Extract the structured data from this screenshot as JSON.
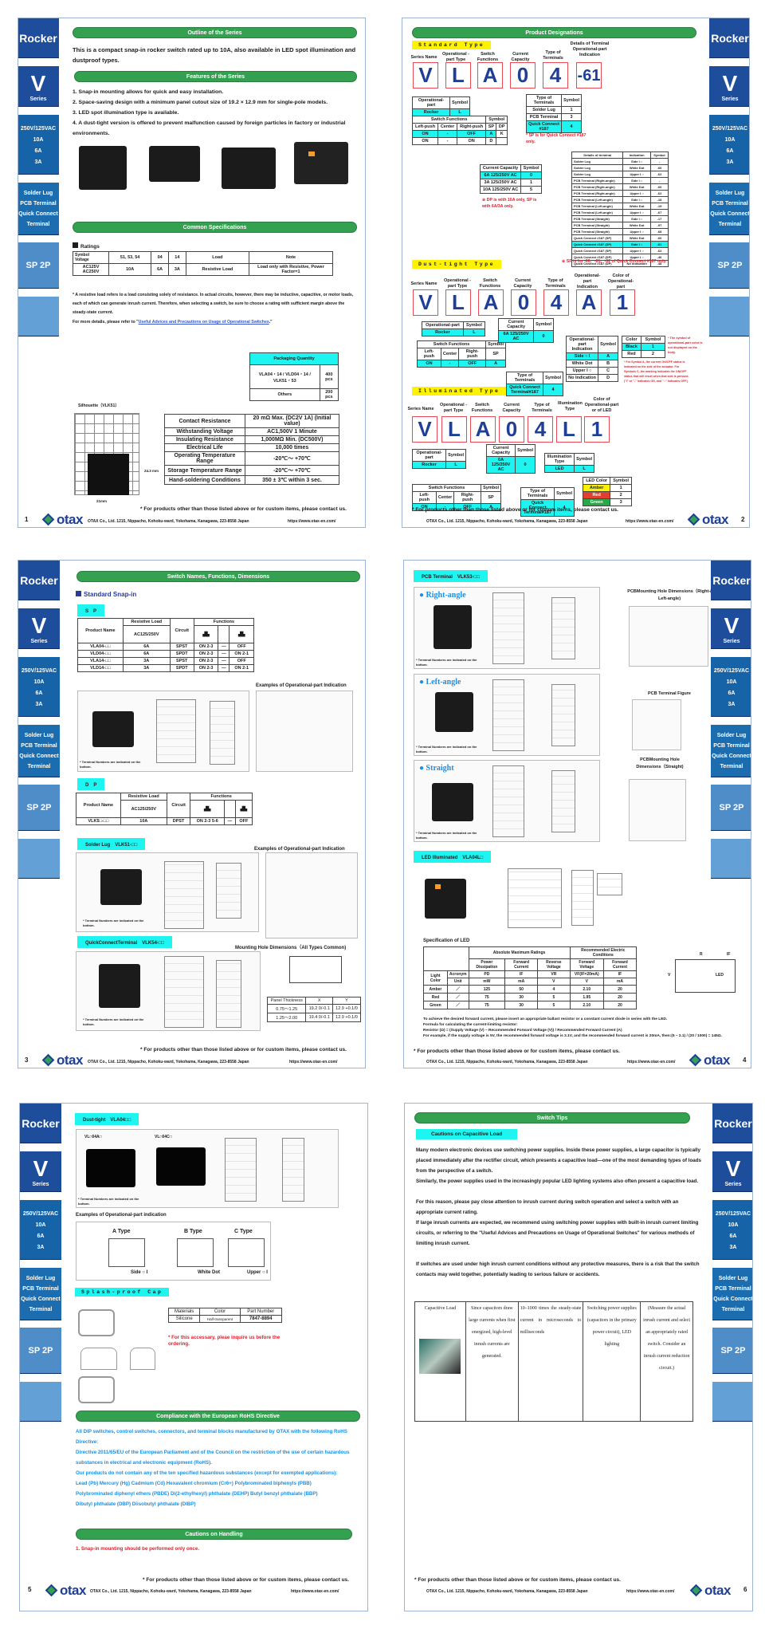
{
  "sidebar": {
    "rocker": "Rocker",
    "series_letter": "V",
    "series_label": "Series",
    "ratings": [
      "250V/125VAC",
      "10A",
      "6A",
      "3A"
    ],
    "terminals": [
      "Solder Lug",
      "PCB Terminal",
      "Quick Connect",
      "Terminal"
    ],
    "poles": "SP 2P"
  },
  "footer": {
    "note": "* For products other than those listed above or for custom items, please contact us.",
    "address": "OTAX Co., Ltd.  1215, Nippacho, Kohoku-ward, Yokohama, Kanagawa, 223-8558 Japan",
    "url": "https://www.otax-en.com/",
    "logo": "otax"
  },
  "page1": {
    "page_number": "1",
    "outline_title": "Outline of the Series",
    "outline_text": "This is a compact snap-in rocker switch rated up to 10A, also available in LED spot illumination and dustproof types.",
    "features_title": "Features of the Series",
    "features": [
      "1.  Snap-in mounting allows for quick and easy installation.",
      "2.  Space-saving design with a minimum panel cutout size of 19.2 × 12.9 mm for single-pole models.",
      "3.  LED spot illumination type is available.",
      "4.  A dust-tight version is offered to prevent malfunction caused by foreign particles in factory or industrial environments."
    ],
    "product_images": [
      "VLA04A",
      "VLA04",
      "VLK51",
      "VLA04L1"
    ],
    "common_title": "Common Specifications",
    "ratings_label": "Ratings",
    "ratings_table": {
      "corner_symbol": "Symbol",
      "corner_voltage": "Voltage",
      "headers": [
        "51, 53, 54",
        "04",
        "14",
        "Load",
        "Note"
      ],
      "voltage": "AC125V AC250V",
      "row": [
        "10A",
        "6A",
        "3A",
        "Resistive Load",
        "Load only with Resistive, Power Factor=1"
      ]
    },
    "ratings_note": "* A resistive load refers to a load consisting solely of resistance. In actual circuits, however, there may be inductive, capacitive, or motor loads, each of which can generate inrush current. Therefore, when selecting a switch, be sure to choose a rating with sufficient margin above the steady-state current.",
    "more_details_prefix": "For more details, please refer to \"",
    "more_details_link": "Useful Advices and Precautions on Usage of Operational Switches",
    "more_details_suffix": ".\"",
    "packaging": {
      "title": "Packaging Quantity",
      "rows": [
        {
          "models": "VLA04・14 / VLD04・14 / VLK51・53",
          "qty": "400 pcs"
        },
        {
          "models": "Others",
          "qty": "200 pcs"
        }
      ]
    },
    "silhouette_label": "Silhouette（VLK51）",
    "silhouette_height": "24.3 mm",
    "silhouette_width": "21mm",
    "specs": [
      {
        "name": "Contact Resistance",
        "value": "20 mΩ Max. (DC2V 1A) (Initial value)"
      },
      {
        "name": "Withstanding Voltage",
        "value": "AC1,500V  1 Minute"
      },
      {
        "name": "Insulating Resistance",
        "value": "1,000MΩ  Min.    (DC500V)"
      },
      {
        "name": "Electrical Life",
        "value": "10,000 times"
      },
      {
        "name": "Operating Temperature Range",
        "value": "-20℃～ +70℃"
      },
      {
        "name": "Storage Temperature Range",
        "value": "-20℃～ +70℃"
      },
      {
        "name": "Hand-soldering Conditions",
        "value": "350 ± 3℃    within 3 sec."
      }
    ]
  },
  "page2": {
    "page_number": "2",
    "title": "Product Designations",
    "standard": {
      "badge": "Standard Type",
      "labels": [
        "Series Name",
        "Operational -part Type",
        "Switch Functions",
        "Current Capacity",
        "Type of Terminals",
        "Details of Terminal Operational-part Indication"
      ],
      "codes": [
        "V",
        "L",
        "A",
        "0",
        "4",
        "-61"
      ],
      "op_table": {
        "h": [
          "Operational-part",
          "Symbol"
        ],
        "r": [
          "Rocker",
          "L"
        ]
      },
      "sw_table": {
        "h": [
          "Switch Functions",
          "Symbol"
        ],
        "sub": [
          "Left-push",
          "Center",
          "Right-push",
          "SP",
          "DP"
        ],
        "rows": [
          [
            "ON",
            "-",
            "OFF",
            "A",
            "K"
          ],
          [
            "ON",
            "-",
            "ON",
            "D",
            ""
          ]
        ]
      },
      "term_table": {
        "h": [
          "Type of Terminals",
          "Symbol"
        ],
        "rows": [
          [
            "Solder Lug",
            "1"
          ],
          [
            "PCB Terminal",
            "3"
          ],
          [
            "Quick Connect #187",
            "4"
          ]
        ]
      },
      "term_note": "* SP is for Quick Connect #187 only.",
      "cap_table": {
        "h": [
          "Current Capacity",
          "Symbol"
        ],
        "rows": [
          [
            "6A 125/250V AC",
            "0"
          ],
          [
            "3A 125/250V AC",
            "1"
          ],
          [
            "10A 125/250V AC",
            "5"
          ]
        ]
      },
      "cap_note": "※ DP is with 10A only, SP is with 6A/3A only.",
      "details_table": {
        "h": [
          "Details of terminal",
          "Indication",
          "Symbol"
        ],
        "rows": [
          [
            "Solder Lug",
            "Side I ○",
            "-"
          ],
          [
            "Solder Lug",
            "White Dot",
            "-60"
          ],
          [
            "Solder Lug",
            "Upper I ○",
            "-62"
          ],
          [
            "PCB Terminal (Right-angle)",
            "Side I ○",
            "-"
          ],
          [
            "PCB Terminal (Right-angle)",
            "White Dot",
            "-60"
          ],
          [
            "PCB Terminal (Right-angle)",
            "Upper I ○",
            "-62"
          ],
          [
            "PCB Terminal (Left-angle)",
            "Side I ○",
            "-18"
          ],
          [
            "PCB Terminal (Left-angle)",
            "White Dot",
            "-19"
          ],
          [
            "PCB Terminal (Left-angle)",
            "Upper I ○",
            "-67"
          ],
          [
            "PCB Terminal (Straight)",
            "Side I ○",
            "-17"
          ],
          [
            "PCB Terminal (Straight)",
            "White Dot",
            "-97"
          ],
          [
            "PCB Terminal (Straight)",
            "Upper I ○",
            "-68"
          ],
          [
            "Quick Connect #187 (SP)",
            "White Dot",
            "-60"
          ],
          [
            "Quick Connect #187 (SP)",
            "Side I ○",
            "-61"
          ],
          [
            "Quick Connect #187 (SP)",
            "Upper I ○",
            "-62"
          ],
          [
            "Quick Connect #187 (DP)",
            "Upper I ○",
            "-46"
          ],
          [
            "Quick Connect #187 (DP)",
            "No indication",
            "-48"
          ]
        ],
        "highlight_row": 13
      },
      "details_note": "※ SP is for -60、-61、-62 of  Quick Connect #187 only."
    },
    "dust": {
      "badge": "Dust-tight Type",
      "labels": [
        "Series Name",
        "Operational -part Type",
        "Switch Functions",
        "Current Capacity",
        "Type of Terminals",
        "Operational-part Indication",
        "Color of Operational-part"
      ],
      "codes": [
        "V",
        "L",
        "A",
        "0",
        "4",
        "A",
        "1"
      ],
      "op_table": {
        "h": [
          "Operational-part",
          "Symbol"
        ],
        "r": [
          "Rocker",
          "L"
        ]
      },
      "cap_table": {
        "h": [
          "Current Capacity",
          "Symbol"
        ],
        "r": [
          "6A 125/250V AC",
          "0"
        ]
      },
      "sw_table": {
        "h": [
          "Switch Functions",
          "Symbol"
        ],
        "sub": [
          "Left-push",
          "Center",
          "Right-push",
          "SP"
        ],
        "r": [
          "ON",
          "-",
          "OFF",
          "A"
        ]
      },
      "term_table": {
        "h": [
          "Type of Terminals",
          "Symbol"
        ],
        "r": [
          "Quick Connect Terminal#187",
          "4"
        ]
      },
      "ind_table": {
        "h": [
          "Operational-part Indication",
          "Symbol"
        ],
        "rows": [
          [
            "Side ○ I",
            "A"
          ],
          [
            "White Dot",
            "B"
          ],
          [
            "Upper I ○",
            "C"
          ],
          [
            "No Indication",
            "D"
          ]
        ]
      },
      "color_table": {
        "h": [
          "Color",
          "Symbol"
        ],
        "rows": [
          [
            "Black",
            "1"
          ],
          [
            "Red",
            "2"
          ]
        ]
      },
      "color_note": "* The symbol of operational-part color is not displayed on the body.",
      "ind_note": "* For Symbol A, the current ON/OFF status is indicated on the side of the actuator. For Symbols C, the marking indicates the ON/OFF status that will result when that side is pressed. (\"I\" or \"-\" indicates ON, and \"○\" indicates OFF.)"
    },
    "illum": {
      "badge": "Illuminated Type",
      "labels": [
        "Series Name",
        "Operational -part Type",
        "Switch Functions",
        "Current Capacity",
        "Type of Terminals",
        "Illumination Type",
        "Color of Operational-part or of LED"
      ],
      "codes": [
        "V",
        "L",
        "A",
        "0",
        "4",
        "L",
        "1"
      ],
      "op_table": {
        "h": [
          "Operational-part",
          "Symbol"
        ],
        "r": [
          "Rocker",
          "L"
        ]
      },
      "cap_table": {
        "h": [
          "Current Capacity",
          "Symbol"
        ],
        "r": [
          "6A 125/250V AC",
          "0"
        ]
      },
      "illum_table": {
        "h": [
          "Illumination Type",
          "Symbol"
        ],
        "r": [
          "LED",
          "L"
        ]
      },
      "sw_table": {
        "h": [
          "Switch Functions",
          "Symbol"
        ],
        "sub": [
          "Left-push",
          "Center",
          "Right-push",
          "SP"
        ],
        "r": [
          "ON",
          "-",
          "OFF",
          "A"
        ]
      },
      "term_table": {
        "h": [
          "Type of Terminals",
          "Symbol"
        ],
        "r": [
          "Quick Connect Terminal#187",
          "4"
        ]
      },
      "led_table": {
        "h": [
          "LED Color",
          "Symbol"
        ],
        "rows": [
          [
            "Amber",
            "1"
          ],
          [
            "Red",
            "2"
          ],
          [
            "Green",
            "3"
          ]
        ]
      }
    }
  },
  "page3": {
    "page_number": "3",
    "title": "Switch Names, Functions, Dimensions",
    "section": "Standard Snap-in",
    "sp_badge": "S　P",
    "dp_badge": "D　P",
    "table_headers": {
      "product": "Product Name",
      "load": "Resistive Load",
      "load_sub": "AC125/250V",
      "circuit": "Circuit",
      "functions": "Functions"
    },
    "sp_rows": [
      [
        "VLA04-□□",
        "6A",
        "SPST",
        "ON 2-3",
        "—",
        "OFF"
      ],
      [
        "VLD04-□□",
        "6A",
        "SPDT",
        "ON 2-3",
        "—",
        "ON 2-1"
      ],
      [
        "VLA14-□□",
        "3A",
        "SPST",
        "ON 2-3",
        "—",
        "OFF"
      ],
      [
        "VLD14-□□",
        "3A",
        "SPDT",
        "ON 2-3",
        "—",
        "ON 2-1"
      ]
    ],
    "dp_rows": [
      [
        "VLK5□-□□",
        "10A",
        "DPST",
        "ON 2-3 5-6",
        "—",
        "OFF"
      ]
    ],
    "examples_label": "Examples of Operational-part Indication",
    "terminal_note": "* Terminal Numbers are indicated on the bottom.",
    "solder_badge": "Solder Lug　VLK51-□□",
    "qc_badge": "QuickConnectTerminal　VLK54-□□",
    "mounting_label": "Mounting Hole Dimensions（All Types Common)",
    "panel_table": {
      "h": [
        "Panel Thickness",
        "X",
        "Y"
      ],
      "rows": [
        [
          "0.75～1.25",
          "19.2 0/-0.1",
          "12.9 +0.1/0"
        ],
        [
          "1.25～2.00",
          "19.4 0/-0.1",
          "12.9 +0.1/0"
        ]
      ]
    }
  },
  "page4": {
    "page_number": "4",
    "pcb_badge": "PCB Terminal　VLK53-□□",
    "variants": [
      "Right-angle",
      "Left-angle",
      "Straight"
    ],
    "terminal_note": "* Terminal Numbers are indicated on the bottom.",
    "pcb_hole_rl": "PCBMounting Hole Dimensions（Right-/ Left-angle)",
    "pcb_figure": "PCB Terminal Figure",
    "pcb_hole_straight": "PCBMounting Hole Dimensions（Straight)",
    "led_badge": "LED Illuminated　VLA04L□",
    "led_spec_title": "Specification of LED",
    "led_table": {
      "group1": "Absolute Maximum Ratings",
      "group2": "Recommended Electric Conditions",
      "cols": [
        "Power Dissipation",
        "Forward Current",
        "Reverse Voltage",
        "Forward Voltage",
        "Forward Current"
      ],
      "light_color": "Light Color",
      "acronym_label": "Acronym",
      "unit_label": "Unit",
      "acronyms": [
        "PD",
        "IF",
        "VR",
        "VF(IF=20mA)",
        "IF"
      ],
      "units": [
        "mW",
        "mA",
        "V",
        "V",
        "mA"
      ],
      "rows": [
        {
          "color": "Amber",
          "values": [
            "125",
            "50",
            "4",
            "2.10",
            "20"
          ]
        },
        {
          "color": "Red",
          "values": [
            "75",
            "30",
            "5",
            "1.95",
            "20"
          ]
        },
        {
          "color": "Green",
          "values": [
            "75",
            "30",
            "5",
            "2.10",
            "20"
          ]
        }
      ]
    },
    "circuit_labels": {
      "r": "R",
      "v": "V",
      "led": "LED",
      "if": "IF"
    },
    "formula": [
      "To achieve the desired forward current, please insert an appropriate ballast resistor or a constant current diode in series with the LED.",
      "Formula for calculating the current-limiting resistor:",
      "Resistor (Ω) = (Supply Voltage (V) – Recommended Forward Voltage (V)) / Recommended Forward Current (A)",
      "For example, if the supply voltage is 5V, the recommended forward voltage is 2.1V, and the recommended forward current is 20mA, then:(5 – 2.1) / (20 / 1000) = 145Ω."
    ]
  },
  "page5": {
    "page_number": "5",
    "dust_badge": "Dust-tight　VLA04□□",
    "code_a": "VL□04A□",
    "code_c": "VL□04C□",
    "terminal_note": "* Terminal Numbers are indicated on the bottom.",
    "examples_label": "Examples of Operational-part indication",
    "types": [
      {
        "name": "A Type",
        "caption": "Side ○ I"
      },
      {
        "name": "B Type",
        "caption": "White Dot"
      },
      {
        "name": "C Type",
        "caption": "Upper ○ I"
      }
    ],
    "cap_badge": "Splash-proof Cap",
    "cap_table": {
      "h": [
        "Materials",
        "Color",
        "Part Number"
      ],
      "r": [
        "Silicone",
        "Half-transparent",
        "7847-8894"
      ]
    },
    "cap_note": "* For this accessary, pleae inquire us before the ordering.",
    "rohs_title": "Compliance with the European RoHS Directive",
    "rohs_text": [
      "All DIP switches, control switches, connectors, and terminal blocks manufactured by OTAX with the following RoHS Directive:",
      "Directive 2011/65/EU of the European Parliament and of the Council on the restriction of the use of certain hazardous substances in electrical and electronic equipment (RoHS).",
      "Our products do not contain any of the ten specified hazardous substances (except for exempted applications):",
      "Lead (Pb) Mercury (Hg) Cadmium (Cd) Hexavalent chromium (Cr6+) Polybrominated biphenyls (PBB)",
      "Polybrominated diphenyl ethers (PBDE) Di(2-ethylhexyl) phthalate (DEHP) Butyl benzyl phthalate (BBP)",
      "Dibutyl phthalate (DBP) Diisobutyl phthalate (DIBP)"
    ],
    "cautions_title": "Cautions on Handling",
    "cautions": [
      "1.   Snap-in mounting should be performed only once."
    ]
  },
  "page6": {
    "page_number": "6",
    "title": "Switch Tips",
    "badge": "Cautions on Capacitive Load",
    "paragraphs": [
      "Many modern electronic devices use switching power supplies. Inside these power supplies, a large capacitor is typically placed immediately after the rectifier circuit, which presents a capacitive load—one of the most demanding types of loads from the perspective of a switch.",
      "Similarly, the power supplies used in the increasingly popular LED lighting systems also often present a capacitive load.",
      "For this reason, please pay close attention to inrush current during switch operation and select a switch with an appropriate current rating.",
      "If large inrush currents are expected, we recommend using switching power supplies with built-in inrush current limiting circuits, or referring to the \"Useful Advices and Precautions on Usage of Operational Switches\" for various methods of limiting inrush current.",
      "If switches are used under high inrush current conditions without any protective measures, there is a risk that the switch contacts may weld together, potentially leading to serious failure or accidents."
    ],
    "table": [
      "Capacitive Load",
      "Since capacitors draw large currents when first energized, high-level inrush currents are generated.",
      "10–1000 times the steady-state current in microseconds to milliseconds",
      "Switching power supplies (capacitors in the primary power circuit), LED lighting",
      "(Measure the actual inrush current and select an appropriately rated switch. Consider an inrush current reduction circuit.)"
    ]
  }
}
